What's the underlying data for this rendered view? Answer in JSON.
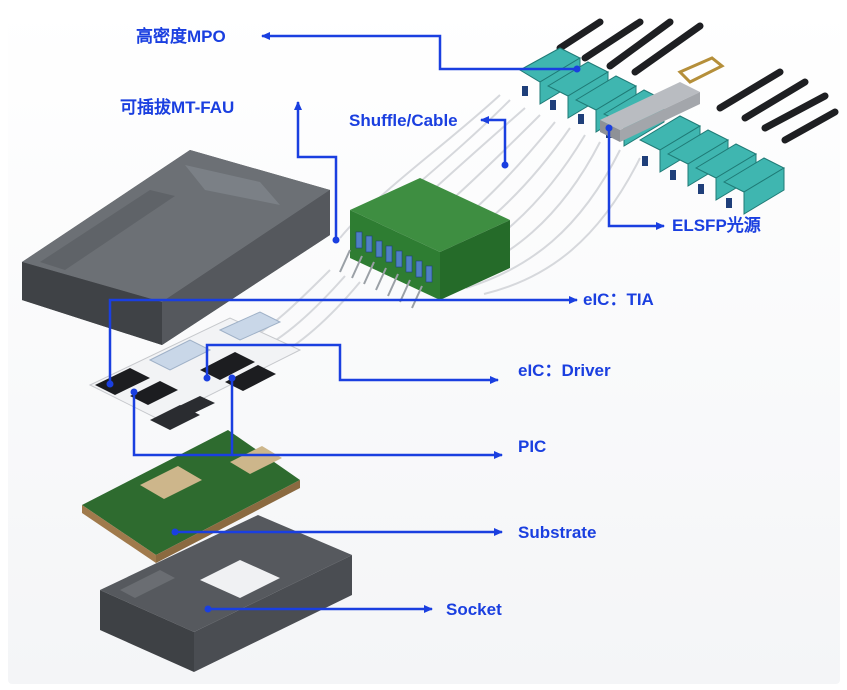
{
  "colors": {
    "label": "#1a3fe0",
    "leader": "#1a3fe0",
    "pcb": "#2e7d32",
    "connector": "#3fb6b0",
    "housing": "#55585c"
  },
  "labels": {
    "mpo": "高密度MPO",
    "fau": "可插拔MT-FAU",
    "shuffle": "Shuffle/Cable",
    "elsfp": "ELSFP光源",
    "tia": "eIC：TIA",
    "driver": "eIC：Driver",
    "pic": "PIC",
    "substrate": "Substrate",
    "socket": "Socket"
  }
}
